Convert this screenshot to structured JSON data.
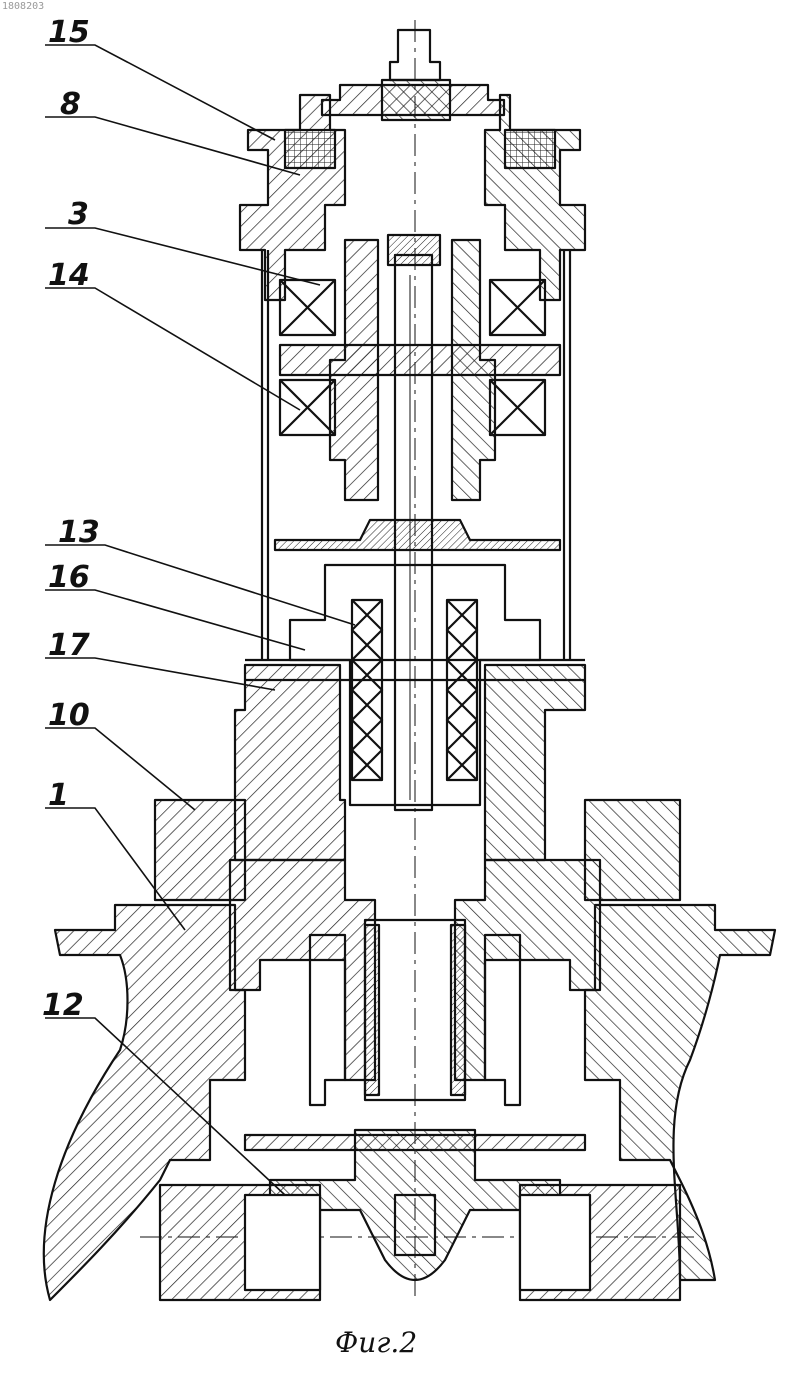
{
  "corner_id": "1808203",
  "figure_caption": "Фиг.2",
  "part_labels": [
    {
      "id": "p15",
      "text": "15"
    },
    {
      "id": "p8",
      "text": "8"
    },
    {
      "id": "p3",
      "text": "3"
    },
    {
      "id": "p14",
      "text": "14"
    },
    {
      "id": "p13",
      "text": "13"
    },
    {
      "id": "p16",
      "text": "16"
    },
    {
      "id": "p17",
      "text": "17"
    },
    {
      "id": "p10",
      "text": "10"
    },
    {
      "id": "p1",
      "text": "1"
    },
    {
      "id": "p12",
      "text": "12"
    }
  ]
}
